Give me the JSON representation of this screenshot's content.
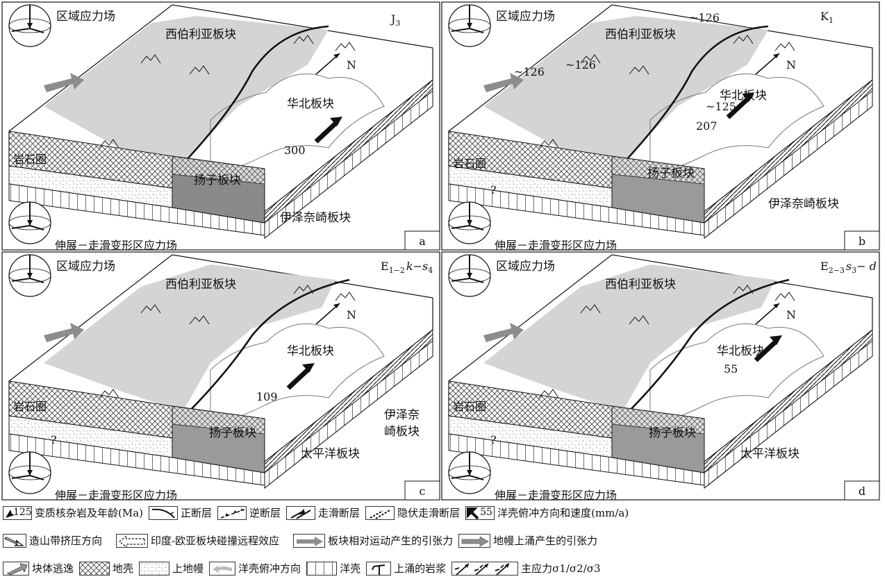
{
  "panels": [
    {
      "id": "a",
      "stress_title": "区域应力场",
      "era": "J",
      "era_sub": "3",
      "siberia": "西伯利亚板块",
      "north_china": "华北板块",
      "yangtze": "扬子板块",
      "lithosphere": "岩石圈",
      "izanagi": "伊泽奈崎板块",
      "bottom_stress": "伸展－走滑变形区应力场",
      "north": "N",
      "rate": "300"
    },
    {
      "id": "b",
      "stress_title": "区域应力场",
      "era": "K",
      "era_sub": "1",
      "siberia": "西伯利亚板块",
      "north_china": "华北板块",
      "yangtze": "扬子板块",
      "lithosphere": "岩石圈",
      "izanagi": "伊泽奈崎板块",
      "bottom_stress": "伸展－走滑变形区应力场",
      "north": "N",
      "rate": "207",
      "ages": [
        "~126",
        "~126",
        "~126",
        "~125"
      ],
      "question": "?"
    },
    {
      "id": "c",
      "stress_title": "区域应力场",
      "era": "E",
      "era_sub": "1−2",
      "era_tail": "k−s",
      "era_tail_sub": "4",
      "siberia": "西伯利亚板块",
      "north_china": "华北板块",
      "yangtze": "扬子板块",
      "lithosphere": "岩石圈",
      "izanagi_1": "伊泽奈",
      "izanagi_2": "崎板块",
      "pacific": "太平洋板块",
      "bottom_stress": "伸展－走滑变形区应力场",
      "north": "N",
      "rate": "109",
      "question": "?"
    },
    {
      "id": "d",
      "stress_title": "区域应力场",
      "era": "E",
      "era_sub": "2−3",
      "era_tail": "s",
      "era_tail_sub": "3",
      "era_end": "− d",
      "siberia": "西伯利亚板块",
      "north_china": "华北板块",
      "yangtze": "扬子板块",
      "lithosphere": "岩石圈",
      "pacific": "太平洋板块",
      "bottom_stress": "伸展－走滑变形区应力场",
      "north": "N",
      "rate": "55",
      "question": "?"
    }
  ],
  "legend": {
    "row1": [
      {
        "sym": "125",
        "text": "变质核杂岩及年龄(Ma)"
      },
      {
        "text": "正断层"
      },
      {
        "text": "逆断层"
      },
      {
        "text": "走滑断层"
      },
      {
        "text": "隐伏走滑断层"
      },
      {
        "sym": "55",
        "text": "洋壳俯冲方向和速度(mm/a)"
      }
    ],
    "row2": [
      {
        "text": "造山带挤压方向"
      },
      {
        "text": "印度-欧亚板块碰撞远程效应"
      },
      {
        "text": "板块相对运动产生的引张力"
      },
      {
        "text": "地幔上涌产生的引张力"
      }
    ],
    "row3": [
      {
        "text": "块体逃逸"
      },
      {
        "text": "地壳"
      },
      {
        "text": "上地幔"
      },
      {
        "text": "洋壳俯冲方向"
      },
      {
        "text": "洋壳"
      },
      {
        "text": "上涌的岩浆"
      },
      {
        "text": "主应力σ1/σ2/σ3"
      }
    ]
  },
  "colors": {
    "shade": "#d4d4d4",
    "dark_gray": "#8a8a8a",
    "arrow_gray": "#8d8d8d",
    "line": "#111111"
  }
}
